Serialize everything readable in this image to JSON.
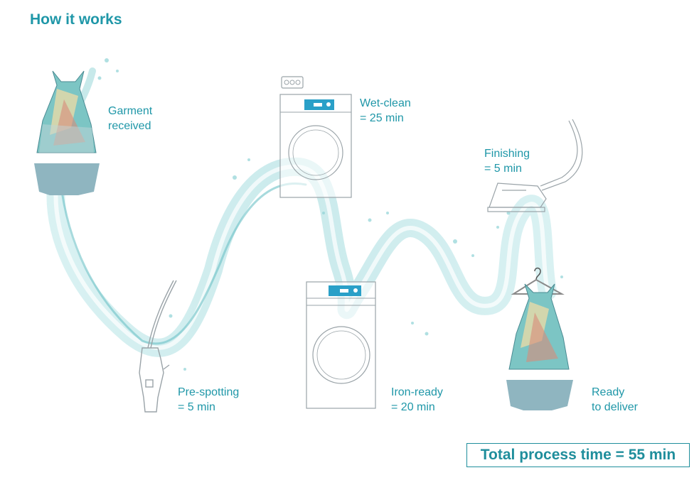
{
  "title": "How it works",
  "steps": {
    "garment": {
      "line1": "Garment",
      "line2": "received"
    },
    "prespot": {
      "line1": "Pre-spotting",
      "line2": "= 5 min"
    },
    "wetclean": {
      "line1": "Wet-clean",
      "line2": "= 25 min"
    },
    "ironready": {
      "line1": "Iron-ready",
      "line2": "= 20 min"
    },
    "finishing": {
      "line1": "Finishing",
      "line2": "= 5 min"
    },
    "ready": {
      "line1": "Ready",
      "line2": "to deliver"
    }
  },
  "total": "Total process time = 55 min",
  "icons": [
    "dress-icon",
    "spray-gun-icon",
    "washer-icon",
    "dryer-icon",
    "iron-icon",
    "hanger-dress-icon"
  ],
  "colors": {
    "accent": "#1f97a8",
    "water": "#8fd3d6",
    "skirt": "#8fb5c0"
  }
}
